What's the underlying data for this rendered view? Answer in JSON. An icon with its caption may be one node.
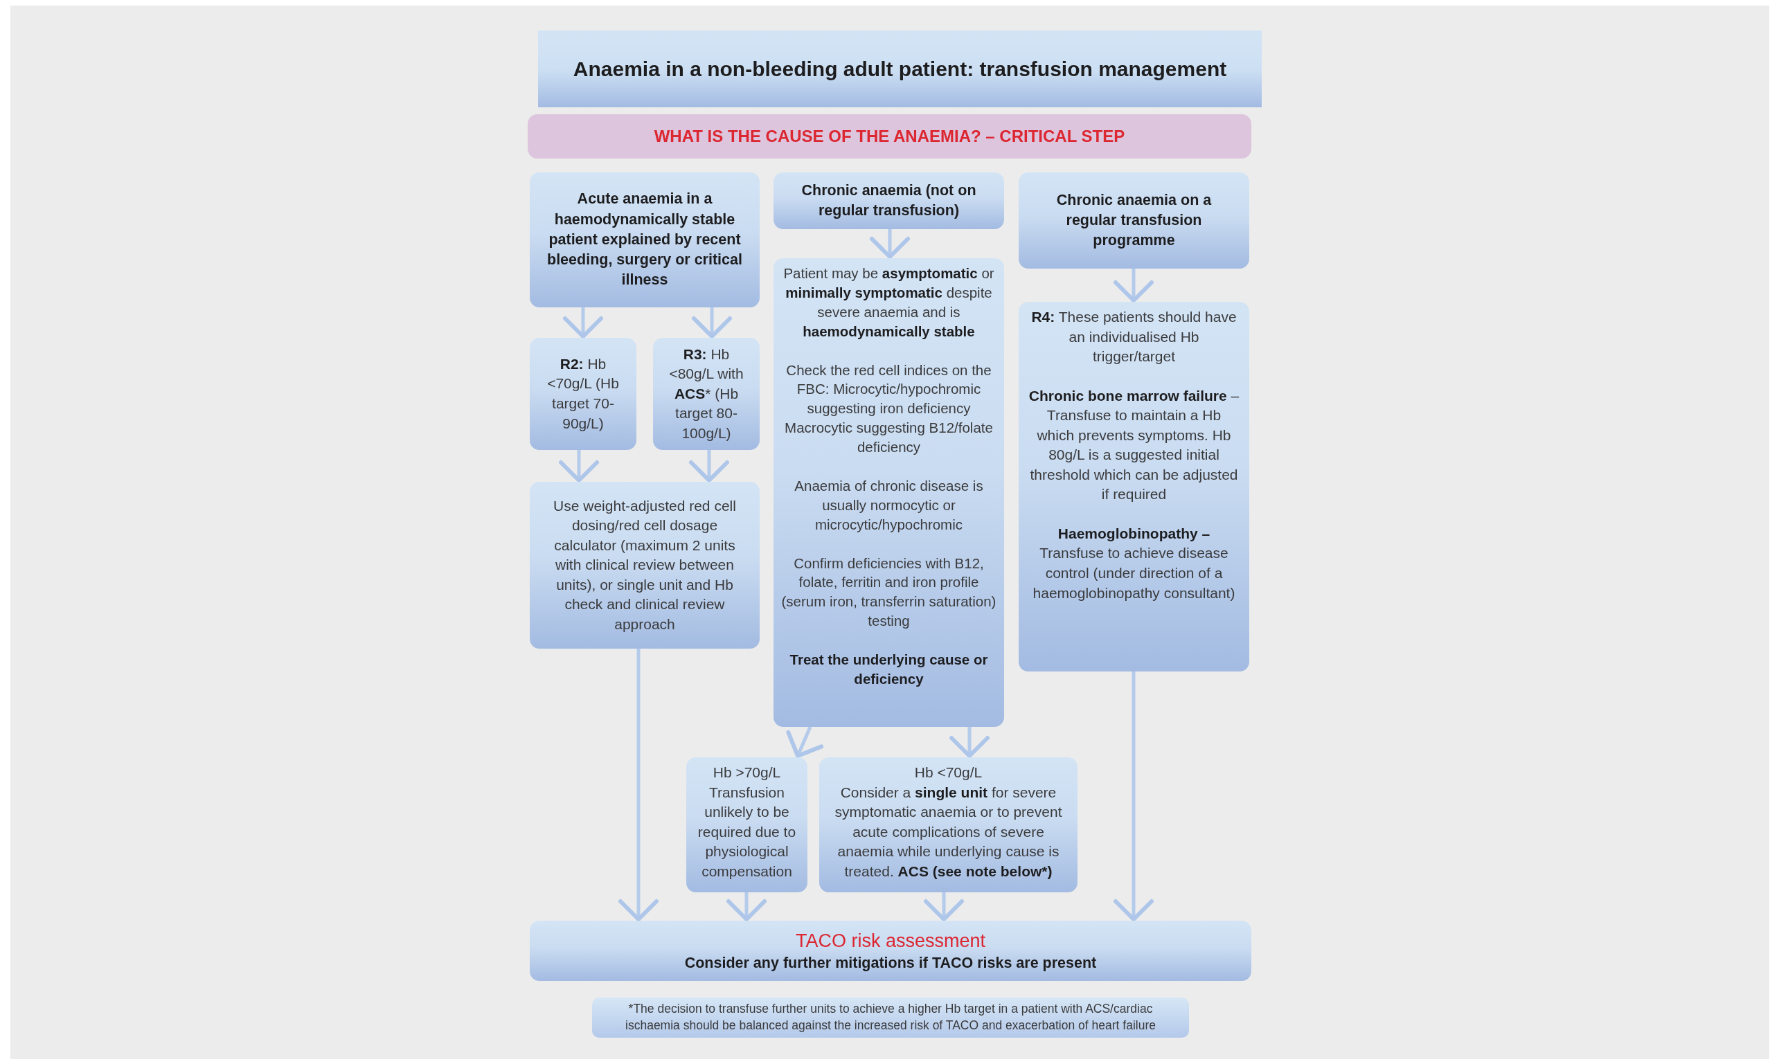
{
  "diagram": {
    "title": "Anaemia in a non-bleeding adult patient: transfusion management",
    "nodes": [
      {
        "text": [
          "WHAT IS THE CAUSE OF THE ANAEMIA? – CRITICAL STEP"
        ]
      },
      {
        "text": [
          "Acute anaemia in a haemodynamically stable patient explained by recent bleeding, surgery or critical illness"
        ]
      },
      {
        "text": [
          "Chronic anaemia (not on regular transfusion)"
        ]
      },
      {
        "text": [
          "Chronic anaemia on a regular transfusion programme"
        ]
      },
      {
        "text": [
          "**R2:** Hb <70g/L (Hb target 70-90g/L)"
        ]
      },
      {
        "text": [
          "**R3:** Hb <80g/L with **ACS*** (Hb target 80-100g/L)"
        ]
      },
      {
        "text": [
          "Use weight-adjusted red cell dosing/red cell dosage calculator (maximum 2 units with clinical review between units), or single unit and Hb check and clinical review approach"
        ]
      },
      {
        "text": [
          "Patient may be **asymptomatic** or **minimally symptomatic** despite severe anaemia and is **haemodynamically stable**",
          "Check the red cell indices on the FBC: Microcytic/hypochromic suggesting iron deficiency Macrocytic suggesting B12/folate deficiency",
          "Anaemia of chronic disease is usually normocytic or microcytic/hypochromic",
          "Confirm deficiencies with B12, folate, ferritin and iron profile (serum iron, transferrin saturation) testing",
          "Treat the underlying cause or deficiency"
        ]
      },
      {
        "text": [
          "**R4:** These patients should have an individualised Hb trigger/target",
          "**Chronic bone marrow failure** – Transfuse to maintain a Hb which prevents symptoms. Hb 80g/L is a suggested initial threshold which can be adjusted if required",
          "**Haemoglobinopathy –** Transfuse to achieve disease control (under direction of a haemoglobinopathy consultant)"
        ]
      },
      {
        "text": [
          "Hb >70g/L",
          "Transfusion unlikely to be required due to physiological compensation"
        ]
      },
      {
        "text": [
          "Hb <70g/L",
          "Consider a **single unit** for severe symptomatic anaemia or to prevent acute complications of severe anaemia while underlying cause is treated. **ACS (see note below*)**"
        ]
      },
      {
        "text": [
          "TACO risk assessment",
          "Consider any further mitigations if TACO risks are present"
        ]
      },
      {
        "text": [
          "*The decision to transfuse further units to achieve a higher Hb target in a patient with ACS/cardiac ischaemia should be balanced against the increased risk of TACO and exacerbation of heart failure"
        ]
      }
    ],
    "edges": [
      {
        "from": 1,
        "to": 4,
        "arrow": "to"
      },
      {
        "from": 1,
        "to": 5,
        "arrow": "to"
      },
      {
        "from": 2,
        "to": 7,
        "arrow": "to"
      },
      {
        "from": 3,
        "to": 8,
        "arrow": "to"
      },
      {
        "from": 4,
        "to": 6,
        "arrow": "to"
      },
      {
        "from": 5,
        "to": 6,
        "arrow": "to"
      },
      {
        "from": 7,
        "to": 9,
        "arrow": "to"
      },
      {
        "from": 7,
        "to": 10,
        "arrow": "to"
      },
      {
        "from": 6,
        "to": 11,
        "arrow": "to"
      },
      {
        "from": 9,
        "to": 11,
        "arrow": "to"
      },
      {
        "from": 10,
        "to": 11,
        "arrow": "to"
      },
      {
        "from": 8,
        "to": 11,
        "arrow": "to"
      }
    ]
  }
}
